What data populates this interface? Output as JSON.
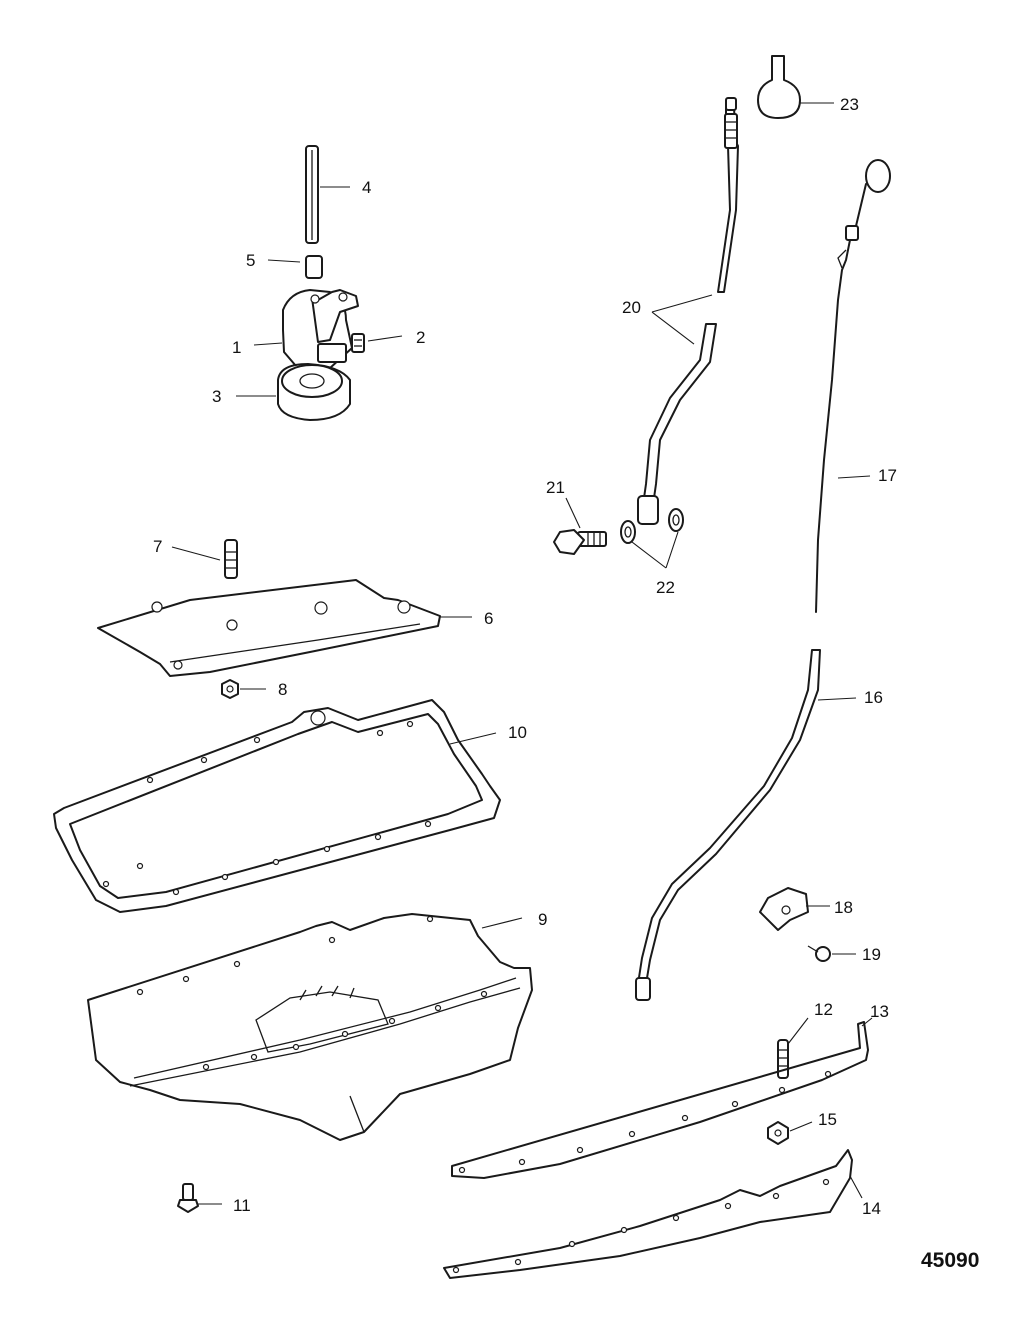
{
  "diagram": {
    "figure_number": "45090",
    "callouts": {
      "c1": "1",
      "c2": "2",
      "c3": "3",
      "c4": "4",
      "c5": "5",
      "c6": "6",
      "c7": "7",
      "c8": "8",
      "c9": "9",
      "c10": "10",
      "c11": "11",
      "c12": "12",
      "c13": "13",
      "c14": "14",
      "c15": "15",
      "c16": "16",
      "c17": "17",
      "c18": "18",
      "c19": "19",
      "c20": "20",
      "c21": "21",
      "c22": "22",
      "c23": "23"
    }
  }
}
